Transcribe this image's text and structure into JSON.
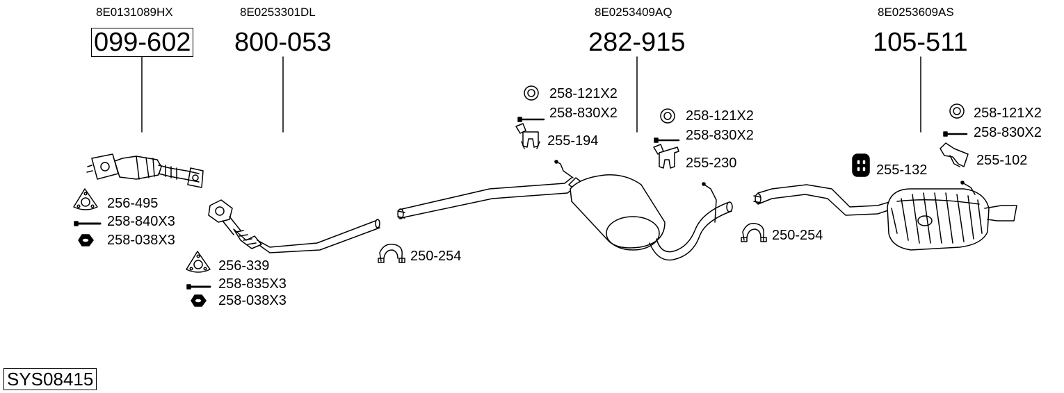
{
  "groups": [
    {
      "oem": "8E0131089HX",
      "part": "099-602"
    },
    {
      "oem": "8E0253301DL",
      "part": "800-053"
    },
    {
      "oem": "8E0253409AQ",
      "part": "282-915"
    },
    {
      "oem": "8E0253609AS",
      "part": "105-511"
    }
  ],
  "labels": {
    "p256_495": "256-495",
    "p258_840x3": "258-840X3",
    "p258_038x3_a": "258-038X3",
    "p256_339": "256-339",
    "p258_835x3": "258-835X3",
    "p258_038x3_b": "258-038X3",
    "p250_254_a": "250-254",
    "p258_121x2_a": "258-121X2",
    "p258_830x2_a": "258-830X2",
    "p255_194": "255-194",
    "p258_121x2_b": "258-121X2",
    "p258_830x2_b": "258-830X2",
    "p255_230": "255-230",
    "p250_254_b": "250-254",
    "p255_132": "255-132",
    "p258_121x2_c": "258-121X2",
    "p258_830x2_c": "258-830X2",
    "p255_102": "255-102"
  },
  "system_code": "SYS08415"
}
